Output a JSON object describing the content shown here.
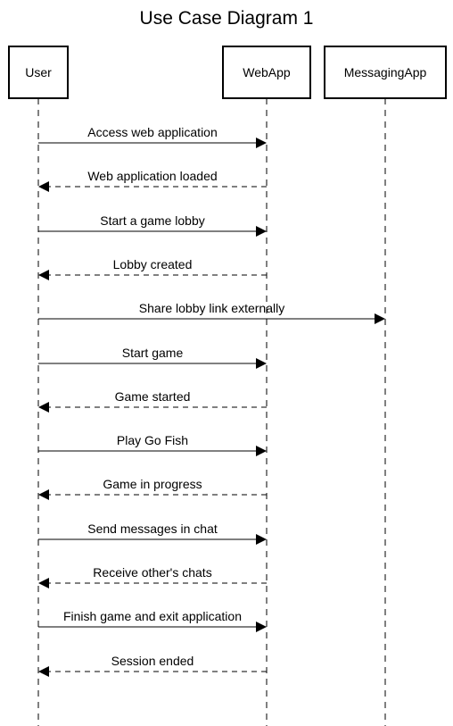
{
  "title": "Use Case Diagram 1",
  "participants": [
    {
      "id": "user",
      "label": "User"
    },
    {
      "id": "webapp",
      "label": "WebApp"
    },
    {
      "id": "messagingapp",
      "label": "MessagingApp"
    }
  ],
  "messages": [
    {
      "from": "user",
      "to": "webapp",
      "label": "Access web application",
      "style": "call"
    },
    {
      "from": "webapp",
      "to": "user",
      "label": "Web application loaded",
      "style": "return"
    },
    {
      "from": "user",
      "to": "webapp",
      "label": "Start a game lobby",
      "style": "call"
    },
    {
      "from": "webapp",
      "to": "user",
      "label": "Lobby created",
      "style": "return"
    },
    {
      "from": "user",
      "to": "messagingapp",
      "label": "Share lobby link externally",
      "style": "call"
    },
    {
      "from": "user",
      "to": "webapp",
      "label": "Start game",
      "style": "call"
    },
    {
      "from": "webapp",
      "to": "user",
      "label": "Game started",
      "style": "return"
    },
    {
      "from": "user",
      "to": "webapp",
      "label": "Play Go Fish",
      "style": "call"
    },
    {
      "from": "webapp",
      "to": "user",
      "label": "Game in progress",
      "style": "return"
    },
    {
      "from": "user",
      "to": "webapp",
      "label": "Send messages in chat",
      "style": "call"
    },
    {
      "from": "webapp",
      "to": "user",
      "label": "Receive other's chats",
      "style": "return"
    },
    {
      "from": "user",
      "to": "webapp",
      "label": "Finish game and exit application",
      "style": "call"
    },
    {
      "from": "webapp",
      "to": "user",
      "label": "Session ended",
      "style": "return"
    }
  ]
}
